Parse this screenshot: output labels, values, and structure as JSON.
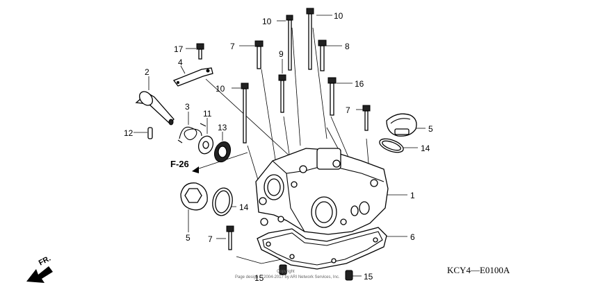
{
  "callouts": {
    "c10a": "10",
    "c10b": "10",
    "c10c": "10",
    "c7a": "7",
    "c7b": "7",
    "c7c": "7",
    "c17": "17",
    "c8": "8",
    "c9": "9",
    "c2": "2",
    "c4": "4",
    "c16": "16",
    "c3": "3",
    "c11": "11",
    "c13": "13",
    "c12": "12",
    "c5a": "5",
    "c5b": "5",
    "c14a": "14",
    "c14b": "14",
    "c1": "1",
    "c6": "6",
    "c15a": "15",
    "c15b": "15"
  },
  "ref_label": "F-26",
  "direction_label": "FR.",
  "diagram_code": "KCY4—E0100A",
  "copyright_top": "Copyright",
  "copyright_line": "Page design © 2004-2017 by ARI Network Services, Inc."
}
